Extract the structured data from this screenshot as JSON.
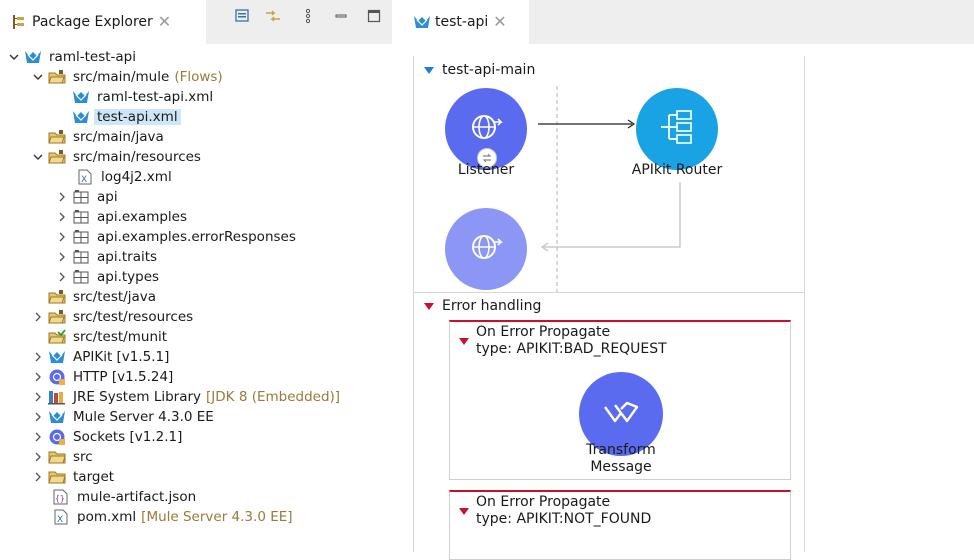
{
  "left_panel": {
    "tab_title": "Package Explorer",
    "tree": [
      {
        "label": "raml-test-api",
        "icon": "mule-project-icon",
        "expanded": true
      },
      {
        "label": "src/main/mule",
        "decoration": "(Flows)",
        "icon": "source-folder-icon",
        "expanded": true
      },
      {
        "label": "raml-test-api.xml",
        "icon": "mule-config-icon"
      },
      {
        "label": "test-api.xml",
        "icon": "mule-config-icon",
        "selected": true
      },
      {
        "label": "src/main/java",
        "icon": "source-folder-icon"
      },
      {
        "label": "src/main/resources",
        "icon": "source-folder-icon",
        "expanded": true
      },
      {
        "label": "log4j2.xml",
        "icon": "xml-file-icon"
      },
      {
        "label": "api",
        "icon": "package-icon"
      },
      {
        "label": "api.examples",
        "icon": "package-icon"
      },
      {
        "label": "api.examples.errorResponses",
        "icon": "package-icon"
      },
      {
        "label": "api.traits",
        "icon": "package-icon"
      },
      {
        "label": "api.types",
        "icon": "package-icon"
      },
      {
        "label": "src/test/java",
        "icon": "source-folder-icon"
      },
      {
        "label": "src/test/resources",
        "icon": "source-folder-icon"
      },
      {
        "label": "src/test/munit",
        "icon": "munit-folder-icon"
      },
      {
        "label": "APIKit [v1.5.1]",
        "icon": "mule-library-icon"
      },
      {
        "label": "HTTP [v1.5.24]",
        "icon": "connector-library-icon"
      },
      {
        "label": "JRE System Library",
        "decoration": "[JDK 8 (Embedded)]",
        "icon": "jre-library-icon"
      },
      {
        "label": "Mule Server 4.3.0 EE",
        "icon": "mule-library-icon"
      },
      {
        "label": "Sockets [v1.2.1]",
        "icon": "connector-library-icon"
      },
      {
        "label": "src",
        "icon": "folder-icon"
      },
      {
        "label": "target",
        "icon": "folder-icon"
      },
      {
        "label": "mule-artifact.json",
        "icon": "json-file-icon"
      },
      {
        "label": "pom.xml",
        "decoration": "[Mule Server 4.3.0 EE]",
        "icon": "xml-file-icon"
      }
    ]
  },
  "editor": {
    "tab_title": "test-api",
    "flow_name": "test-api-main",
    "listener_label": "Listener",
    "router_label": "APIkit Router",
    "error_handling_label": "Error handling",
    "error_blocks": [
      {
        "title": "On Error Propagate",
        "type_label": "type: APIKIT:BAD_REQUEST",
        "component_line1": "Transform",
        "component_line2": "Message"
      },
      {
        "title": "On Error Propagate",
        "type_label": "type: APIKIT:NOT_FOUND"
      }
    ]
  },
  "colors": {
    "listener": "#5a6bf0",
    "router": "#1aa3e4",
    "source_end": "#8c97f5",
    "transform": "#5a6bf0",
    "error_red": "#c8102e",
    "selection": "#cfe6f7"
  }
}
